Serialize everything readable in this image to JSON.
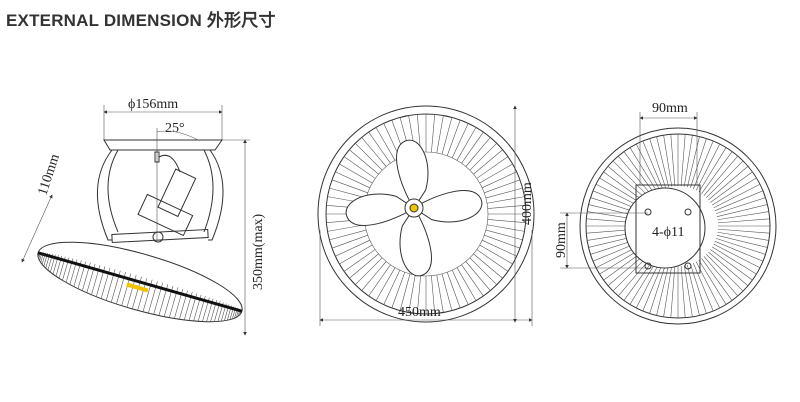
{
  "header": {
    "title": "EXTERNAL DIMENSION 外形尺寸"
  },
  "side_view": {
    "top_diameter": "ϕ156mm",
    "tilt_angle": "25°",
    "depth": "110mm",
    "height": "350mm(max)"
  },
  "front_view": {
    "width": "450mm",
    "height": "400mm"
  },
  "back_view": {
    "top_width": "90mm",
    "side_height": "90mm",
    "holes": "4-ϕ11"
  },
  "colors": {
    "line": "#333333",
    "accent": "#f2c200"
  }
}
